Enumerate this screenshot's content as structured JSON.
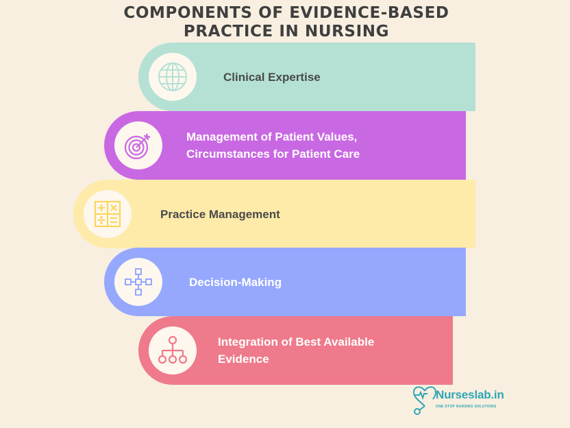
{
  "title": {
    "line1": "COMPONENTS OF EVIDENCE-BASED",
    "line2": "PRACTICE IN NURSING"
  },
  "components": [
    {
      "label": "Clinical Expertise",
      "icon": "globe-icon",
      "color": "#b4e1d4",
      "text_color": "#4a4a4a"
    },
    {
      "label_line1": "Management of Patient Values,",
      "label_line2": "Circumstances for Patient Care",
      "icon": "target-icon",
      "color": "#c968e3",
      "text_color": "#ffffff"
    },
    {
      "label": "Practice Management",
      "icon": "calculator-icon",
      "color": "#feeba9",
      "text_color": "#4a4a4a"
    },
    {
      "label": "Decision-Making",
      "icon": "flowchart-icon",
      "color": "#95a8fd",
      "text_color": "#ffffff"
    },
    {
      "label_line1": "Integration of Best Available",
      "label_line2": "Evidence",
      "icon": "hierarchy-icon",
      "color": "#ee7a8b",
      "text_color": "#ffffff"
    }
  ],
  "logo": {
    "name": "Nurseslab.in",
    "tagline": "ONE STOP NURSING SOLUTIONS",
    "color": "#2fa6b4"
  }
}
